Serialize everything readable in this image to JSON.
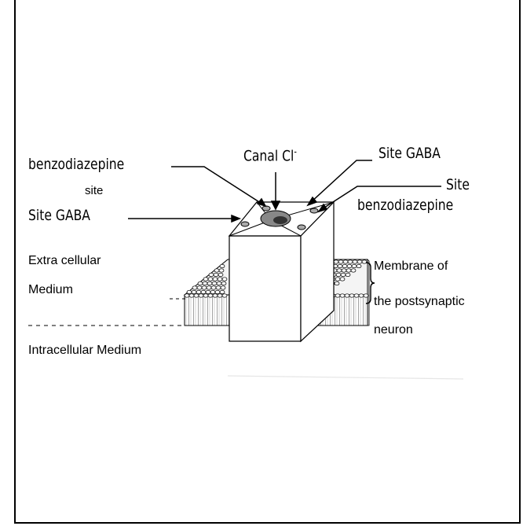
{
  "labels": {
    "benzo_left": "benzodiazepine",
    "site_small": "site",
    "site_gaba_left": "Site GABA",
    "canal": "Canal Cl",
    "canal_sup": "-",
    "site_gaba_right": "Site GABA",
    "site_right": "Site",
    "benzo_right": "benzodiazepine",
    "extra_1": "Extra cellular",
    "extra_2": "Medium",
    "membrane_1": "Membrane of",
    "membrane_2": "the postsynaptic",
    "membrane_3": "neuron",
    "intra": "Intracellular Medium"
  }
}
